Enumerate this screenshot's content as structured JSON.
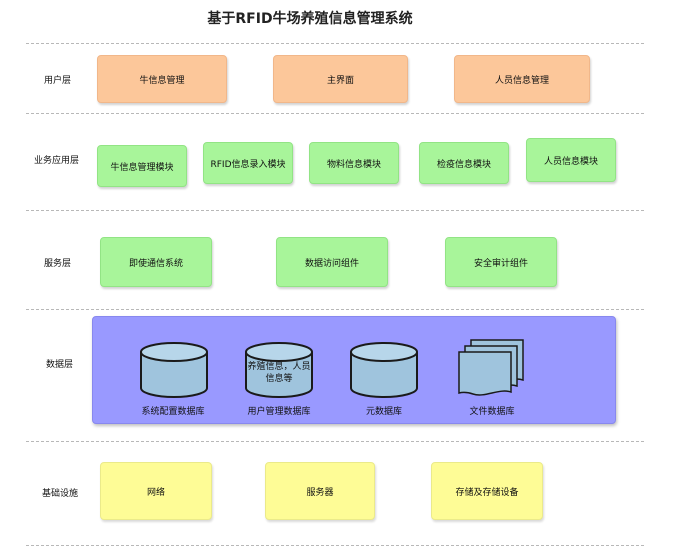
{
  "title": "基于RFID牛场养殖信息管理系统",
  "layers": {
    "user": {
      "label": "用户层",
      "items": [
        "牛信息管理",
        "主界面",
        "人员信息管理"
      ]
    },
    "business": {
      "label": "业务应用层",
      "items": [
        "牛信息管理模块",
        "RFID信息录入模块",
        "物料信息模块",
        "检疫信息模块",
        "人员信息模块"
      ]
    },
    "service": {
      "label": "服务层",
      "items": [
        "即使通信系统",
        "数据访问组件",
        "安全审计组件"
      ]
    },
    "data": {
      "label": "数据层",
      "databases": [
        {
          "label": "系统配置数据库",
          "inner": ""
        },
        {
          "label": "用户管理数据库",
          "inner": "养殖信息，人员信息等"
        },
        {
          "label": "元数据库",
          "inner": ""
        },
        {
          "label": "文件数据库",
          "inner": ""
        }
      ]
    },
    "infra": {
      "label": "基础设施",
      "items": [
        "网络",
        "服务器",
        "存储及存储设备"
      ]
    }
  },
  "colors": {
    "user_box": "#fcc79a",
    "business_box": "#a8f59a",
    "service_box": "#a8f59a",
    "data_panel": "#9999ff",
    "database": "#9fc4dd",
    "infra_box": "#fefc96"
  }
}
